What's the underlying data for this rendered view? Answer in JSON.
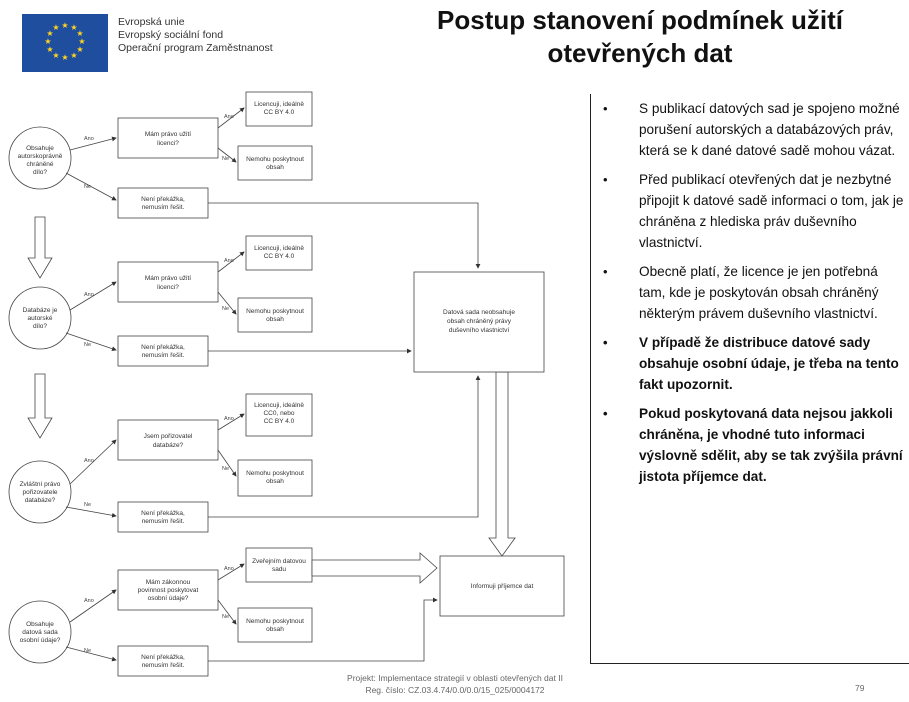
{
  "logo": {
    "lines": [
      "Evropská unie",
      "Evropský sociální fond",
      "Operační program Zaměstnanost"
    ]
  },
  "title": "Postup stanovení podmínek užití otevřených dat",
  "bullets": [
    {
      "text": "S publikací datových sad je spojeno možné porušení autorských a databázových práv, která se k dané datové sadě mohou vázat.",
      "bold": false
    },
    {
      "text": "Před publikací otevřených dat je nezbytné připojit k datové sadě informaci o tom, jak je chráněna z hlediska práv duševního vlastnictví.",
      "bold": false
    },
    {
      "text": "Obecně platí, že licence je jen potřebná tam, kde je poskytován obsah chráněný některým právem duševního vlastnictví.",
      "bold": false
    },
    {
      "text": "V případě že distribuce datové sady obsahuje osobní údaje, je třeba na tento fakt upozornit.",
      "bold": true
    },
    {
      "text": "Pokud poskytovaná data nejsou jakkoli chráněna, je vhodné tuto informaci výslovně sdělit, aby se tak zvýšila právní jistota příjemce dat.",
      "bold": true
    }
  ],
  "diagram": {
    "answers": {
      "yes": "Ano",
      "no": "Ne"
    },
    "q1": {
      "circle": [
        "Obsahuje",
        "autorskoprávně",
        "chráněné",
        "dílo?"
      ],
      "question": [
        "Mám právo užití",
        "licenci?"
      ],
      "license": [
        "Licencuji, ideálně",
        "CC BY 4.0"
      ],
      "nopub": [
        "Nemohu poskytnout",
        "obsah"
      ],
      "noobstacle": [
        "Není překážka,",
        "nemusím řešit."
      ]
    },
    "q2": {
      "circle": [
        "Databáze je",
        "autorské",
        "dílo?"
      ],
      "question": [
        "Mám právo užití",
        "licenci?"
      ],
      "license": [
        "Licencuji, ideálně",
        "CC BY 4.0"
      ],
      "nopub": [
        "Nemohu poskytnout",
        "obsah"
      ],
      "noobstacle": [
        "Není překážka,",
        "nemusím řešit."
      ]
    },
    "q3": {
      "circle": [
        "Zvláštní právo",
        "pořizovatele",
        "databáze?"
      ],
      "question": [
        "Jsem pořizovatel",
        "databáze?"
      ],
      "license": [
        "Licencuji, ideálně",
        "CC0, nebo",
        "CC BY 4.0"
      ],
      "nopub": [
        "Nemohu poskytnout",
        "obsah"
      ],
      "noobstacle": [
        "Není překážka,",
        "nemusím řešit."
      ]
    },
    "q4": {
      "circle": [
        "Obsahuje",
        "datová sada",
        "osobní údaje?"
      ],
      "question": [
        "Mám zákonnou",
        "povinnost poskytovat",
        "osobní údaje?"
      ],
      "license": [
        "Zveřejním datovou",
        "sadu"
      ],
      "nopub": [
        "Nemohu poskytnout",
        "obsah"
      ],
      "noobstacle": [
        "Není překážka,",
        "nemusím řešit."
      ]
    },
    "nonprotected": [
      "Datová sada neobsahuje",
      "obsah chráněný právy",
      "duševního vlastnictví"
    ],
    "inform": [
      "Informuji příjemce dat"
    ]
  },
  "footer": {
    "line1": "Projekt:  Implementace strategií v oblasti otevřených dat II",
    "line2": "Reg. číslo:  CZ.03.4.74/0.0/0.0/15_025/0004172",
    "page": "79"
  }
}
